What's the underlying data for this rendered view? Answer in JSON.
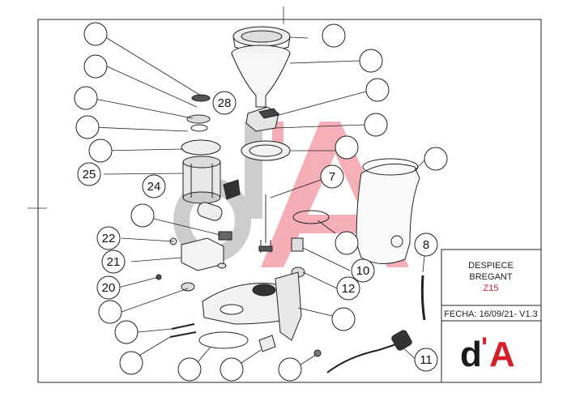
{
  "title_block": {
    "line1": "DESPIECE",
    "line2": "BREGANT",
    "model": "Z15",
    "date_line": "FECHA: 16/09/21- V1.3",
    "logo_d": "d",
    "logo_apos": "'",
    "logo_a": "A"
  },
  "watermark": {
    "text_d": "d",
    "text_a": "A"
  },
  "colors": {
    "brand_red": "#d61f26",
    "watermark_red": "#f4a6ae",
    "watermark_gray": "#c8c8c8"
  },
  "callouts": [
    {
      "id": "c1",
      "label": ""
    },
    {
      "id": "c2",
      "label": ""
    },
    {
      "id": "c3",
      "label": ""
    },
    {
      "id": "c4",
      "label": ""
    },
    {
      "id": "c5",
      "label": ""
    },
    {
      "id": "c6",
      "label": ""
    },
    {
      "id": "c7",
      "label": "25"
    },
    {
      "id": "c8",
      "label": "28"
    },
    {
      "id": "c9",
      "label": "24"
    },
    {
      "id": "c10",
      "label": ""
    },
    {
      "id": "c11",
      "label": "22"
    },
    {
      "id": "c12",
      "label": "21"
    },
    {
      "id": "c13",
      "label": "20"
    },
    {
      "id": "c14",
      "label": ""
    },
    {
      "id": "c15",
      "label": ""
    },
    {
      "id": "c16",
      "label": ""
    },
    {
      "id": "c17",
      "label": ""
    },
    {
      "id": "c18",
      "label": ""
    },
    {
      "id": "c19",
      "label": ""
    },
    {
      "id": "c20",
      "label": ""
    },
    {
      "id": "c21",
      "label": ""
    },
    {
      "id": "c22",
      "label": ""
    },
    {
      "id": "c23",
      "label": ""
    },
    {
      "id": "c24",
      "label": "7"
    },
    {
      "id": "c25",
      "label": ""
    },
    {
      "id": "c26",
      "label": "10"
    },
    {
      "id": "c27",
      "label": "12"
    },
    {
      "id": "c28",
      "label": ""
    },
    {
      "id": "c29",
      "label": "8"
    },
    {
      "id": "c30",
      "label": ""
    },
    {
      "id": "c31",
      "label": "11"
    }
  ]
}
